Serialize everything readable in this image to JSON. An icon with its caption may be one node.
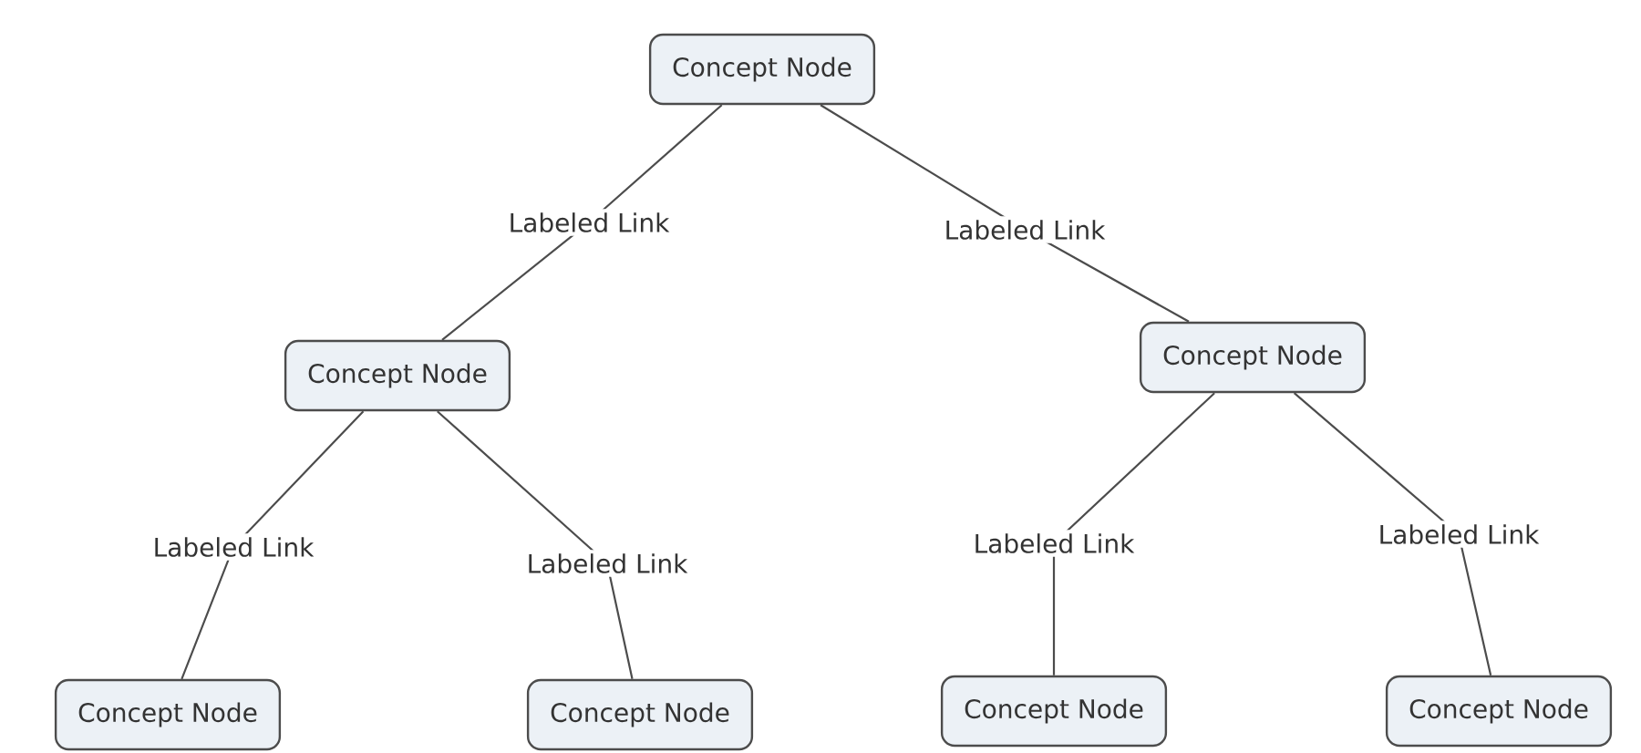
{
  "diagram": {
    "nodes": [
      {
        "text": [
          "Concept Node"
        ]
      },
      {
        "text": [
          "Concept Node"
        ]
      },
      {
        "text": [
          "Concept Node"
        ]
      },
      {
        "text": [
          "Concept Node"
        ]
      },
      {
        "text": [
          "Concept Node"
        ]
      },
      {
        "text": [
          "Concept Node"
        ]
      },
      {
        "text": [
          "Concept Node"
        ]
      }
    ],
    "edges": [
      {
        "from": 0,
        "to": 1,
        "arrow": "none",
        "label": "Labeled Link"
      },
      {
        "from": 0,
        "to": 2,
        "arrow": "none",
        "label": "Labeled Link"
      },
      {
        "from": 1,
        "to": 3,
        "arrow": "none",
        "label": "Labeled Link"
      },
      {
        "from": 1,
        "to": 4,
        "arrow": "none",
        "label": "Labeled Link"
      },
      {
        "from": 2,
        "to": 5,
        "arrow": "none",
        "label": "Labeled Link"
      },
      {
        "from": 2,
        "to": 6,
        "arrow": "none",
        "label": "Labeled Link"
      }
    ]
  }
}
